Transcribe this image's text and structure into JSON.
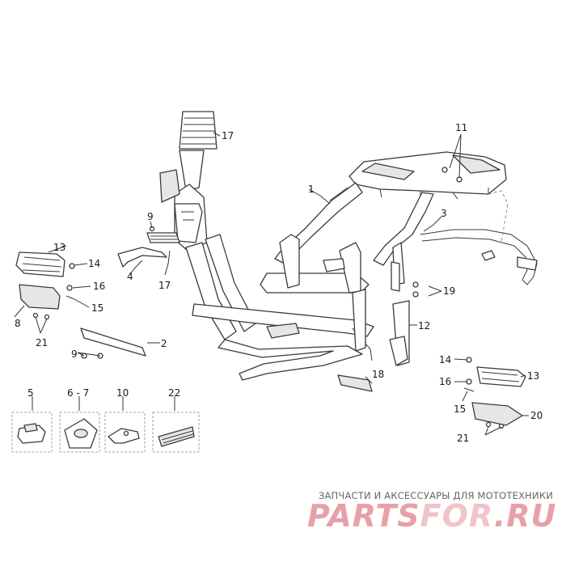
{
  "callouts": {
    "c1": "1",
    "c2": "2",
    "c3": "3",
    "c4": "4",
    "c5": "5",
    "c6_7": "6 - 7",
    "c8": "8",
    "c9a": "9",
    "c9b": "9",
    "c10": "10",
    "c11": "11",
    "c12": "12",
    "c13a": "13",
    "c13b": "13",
    "c14a": "14",
    "c14b": "14",
    "c15a": "15",
    "c15b": "15",
    "c16a": "16",
    "c16b": "16",
    "c17a": "17",
    "c17b": "17",
    "c18": "18",
    "c19": "19",
    "c20": "20",
    "c21a": "21",
    "c21b": "21",
    "c22": "22"
  },
  "watermark": {
    "tagline": "ЗАПЧАСТИ И АКСЕССУАРЫ ДЛЯ МОТОТЕХНИКИ",
    "brand_main": "PARTS",
    "brand_for": "FOR",
    "brand_tld": ".RU",
    "brand_color": "#e8a0a8",
    "brand_for_color": "#f0c4c8"
  },
  "colors": {
    "line": "#3a3a3a",
    "background": "#ffffff"
  }
}
